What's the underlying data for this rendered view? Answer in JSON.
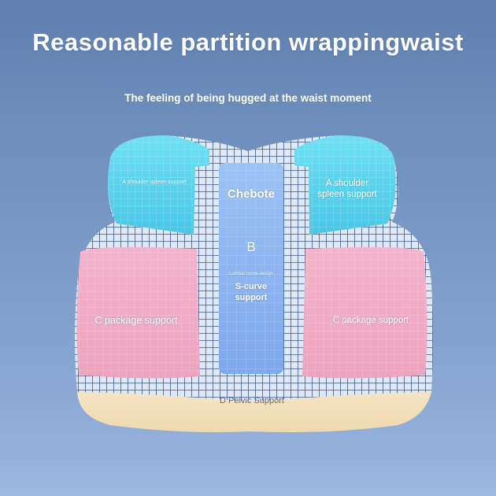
{
  "header": {
    "title": "Reasonable partition wrappingwaist",
    "subtitle": "The feeling of being hugged at the waist moment"
  },
  "cushion": {
    "zone_a_left": "A shoulder spleen support",
    "zone_a_right_line1": "A shoulder",
    "zone_a_right_line2": "spleen support",
    "zone_b_brand": "Chebote",
    "zone_b_letter": "B",
    "zone_b_small": "Lumbar curve design",
    "zone_b_line1": "S-curve",
    "zone_b_line2": "support",
    "zone_c_left": "C package support",
    "zone_c_right": "C package support",
    "zone_d": "D Pelvic Support"
  },
  "colors": {
    "background": "#6f8fbd",
    "zone_a": "#5fd4ec",
    "zone_b": "#8fb6f2",
    "zone_c": "#f2a9c4",
    "zone_d": "#f6e6c4",
    "mesh": "#3e5b8c"
  }
}
